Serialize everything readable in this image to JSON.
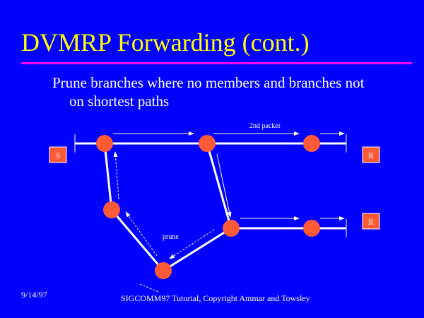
{
  "slide": {
    "title": "DVMRP Forwarding (cont.)",
    "bullet_line1": "Prune branches where no members and branches not",
    "bullet_line2": "on shortest paths",
    "footer_date": "9/14/97",
    "footer_credit": "SIGCOMM97 Tutorial, Copyright Ammar and Towsley"
  },
  "diagram": {
    "packet_label": "2nd packet",
    "prune_label": "prune",
    "source_label": "S",
    "receiver_label_top": "R",
    "receiver_label_bottom": "R"
  },
  "colors": {
    "background": "#0000ff",
    "title": "#ffff00",
    "rule": "#ff00ff",
    "node": "#ff5a36",
    "link": "#ffffff"
  }
}
